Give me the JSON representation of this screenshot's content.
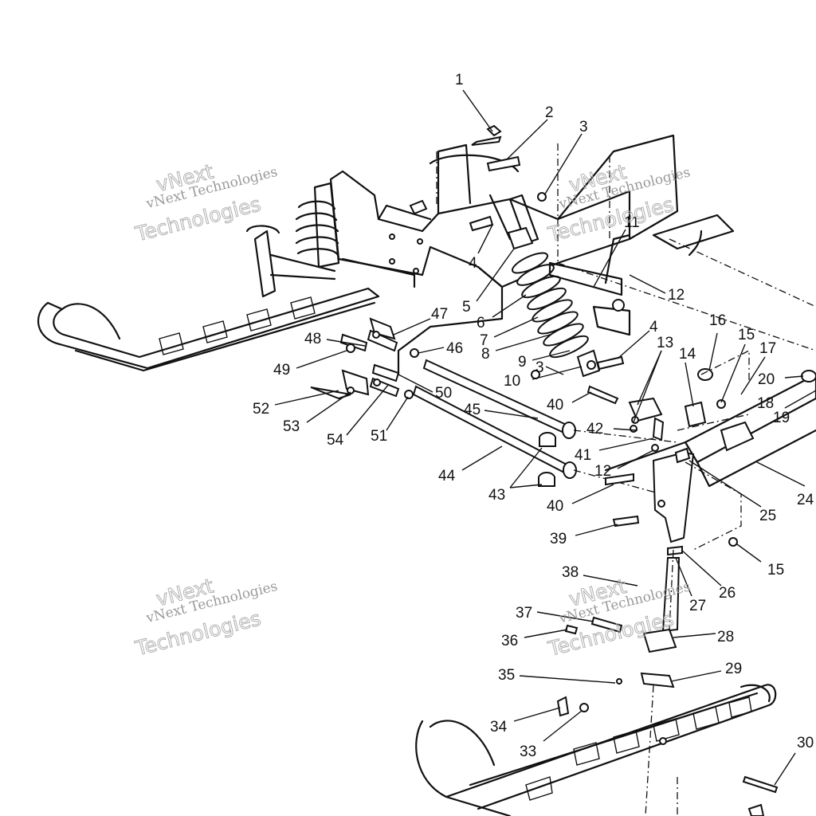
{
  "callouts": [
    "1",
    "2",
    "3",
    "4",
    "5",
    "6",
    "7",
    "8",
    "9",
    "10",
    "3",
    "40",
    "11",
    "12",
    "4",
    "13",
    "14",
    "16",
    "15",
    "17",
    "20",
    "18",
    "19",
    "24",
    "25",
    "42",
    "41",
    "12",
    "40",
    "39",
    "15",
    "26",
    "27",
    "38",
    "37",
    "36",
    "28",
    "29",
    "35",
    "34",
    "33",
    "30",
    "47",
    "48",
    "46",
    "49",
    "50",
    "52",
    "53",
    "54",
    "51",
    "45",
    "44",
    "43"
  ],
  "watermarks": {
    "line1": "vNext",
    "line2": "vNext Technologies",
    "line3": "Technologies"
  }
}
